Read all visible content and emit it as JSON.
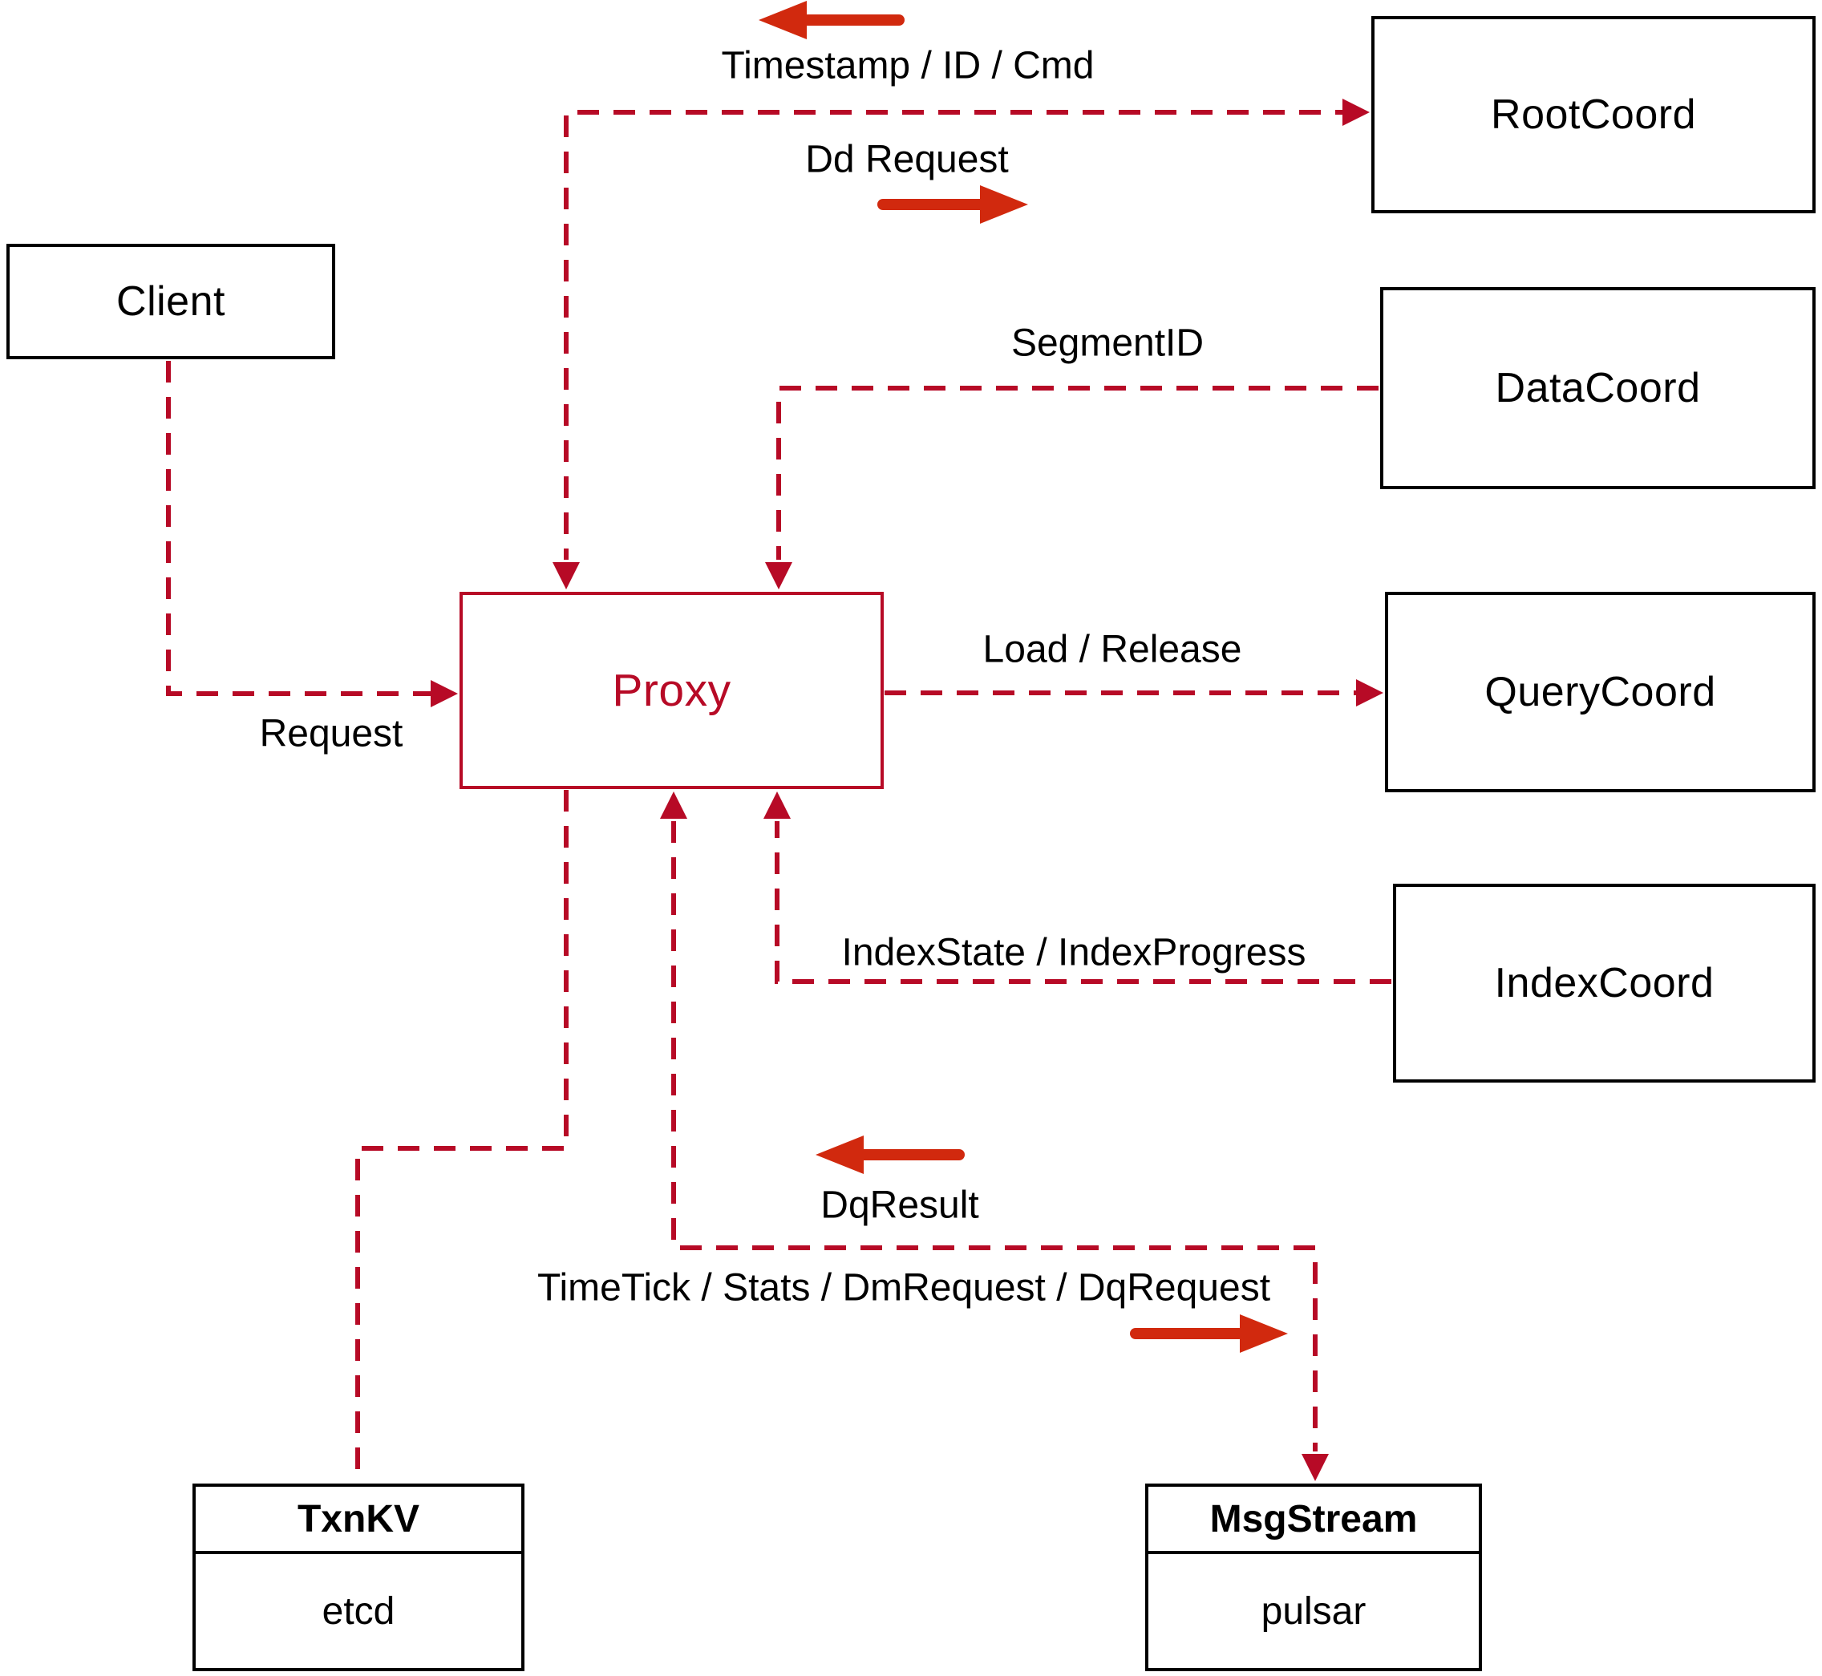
{
  "nodes": {
    "client": {
      "label": "Client"
    },
    "rootcoord": {
      "label": "RootCoord"
    },
    "datacoord": {
      "label": "DataCoord"
    },
    "querycoord": {
      "label": "QueryCoord"
    },
    "indexcoord": {
      "label": "IndexCoord"
    },
    "proxy": {
      "label": "Proxy"
    },
    "txnkv": {
      "title": "TxnKV",
      "subtitle": "etcd"
    },
    "msgstream": {
      "title": "MsgStream",
      "subtitle": "pulsar"
    }
  },
  "edge_labels": {
    "timestamp_id_cmd": "Timestamp / ID / Cmd",
    "dd_request": "Dd Request",
    "segment_id": "SegmentID",
    "load_release": "Load / Release",
    "request": "Request",
    "indexstate_indexprogress": "IndexState / IndexProgress",
    "dq_result": "DqResult",
    "timetick_stats": "TimeTick / Stats / DmRequest / DqRequest"
  },
  "icons": {
    "flow_left_top": "left-arrow",
    "flow_right_dd": "right-arrow",
    "flow_left_dq": "left-arrow",
    "flow_right_timetick": "right-arrow"
  },
  "colors": {
    "dashed_line": "#b70a26",
    "solid_arrow": "#d1290e",
    "proxy_accent": "#b70a26",
    "box_border": "#000000",
    "text": "#000000",
    "background": "#ffffff"
  }
}
